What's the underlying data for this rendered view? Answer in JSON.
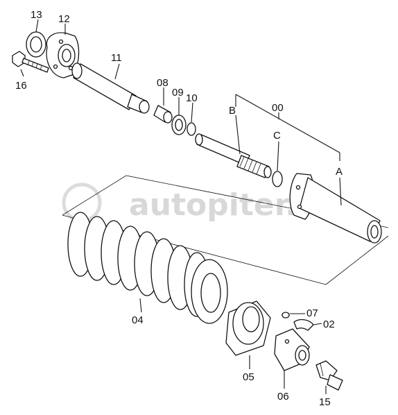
{
  "watermark": "autopiter.ru",
  "callouts": {
    "p13": "13",
    "p12": "12",
    "p16": "16",
    "p11": "11",
    "p08": "08",
    "p09": "09",
    "p10": "10",
    "pB": "B",
    "p00": "00",
    "pC": "C",
    "pA": "A",
    "p04": "04",
    "p07": "07",
    "p02": "02",
    "p05": "05",
    "p06": "06",
    "p15": "15"
  }
}
